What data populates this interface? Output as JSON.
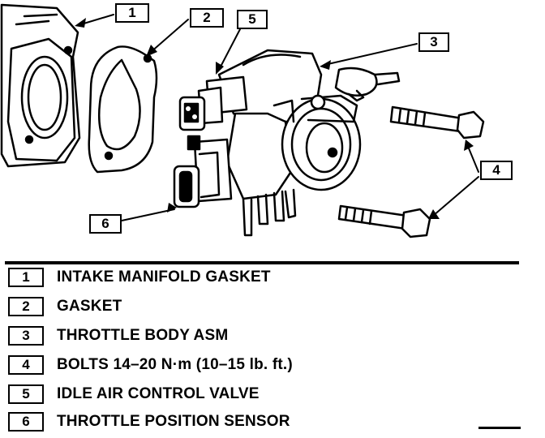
{
  "callouts": [
    "1",
    "2",
    "5",
    "3",
    "4",
    "6"
  ],
  "legend": [
    {
      "num": "1",
      "text": "INTAKE MANIFOLD  GASKET"
    },
    {
      "num": "2",
      "text": "GASKET"
    },
    {
      "num": "3",
      "text": "THROTTLE BODY ASM"
    },
    {
      "num": "4",
      "text": "BOLTS 14–20 N·m (10–15 lb. ft.)"
    },
    {
      "num": "5",
      "text": "IDLE AIR CONTROL VALVE"
    },
    {
      "num": "6",
      "text": "THROTTLE POSITION SENSOR"
    }
  ]
}
